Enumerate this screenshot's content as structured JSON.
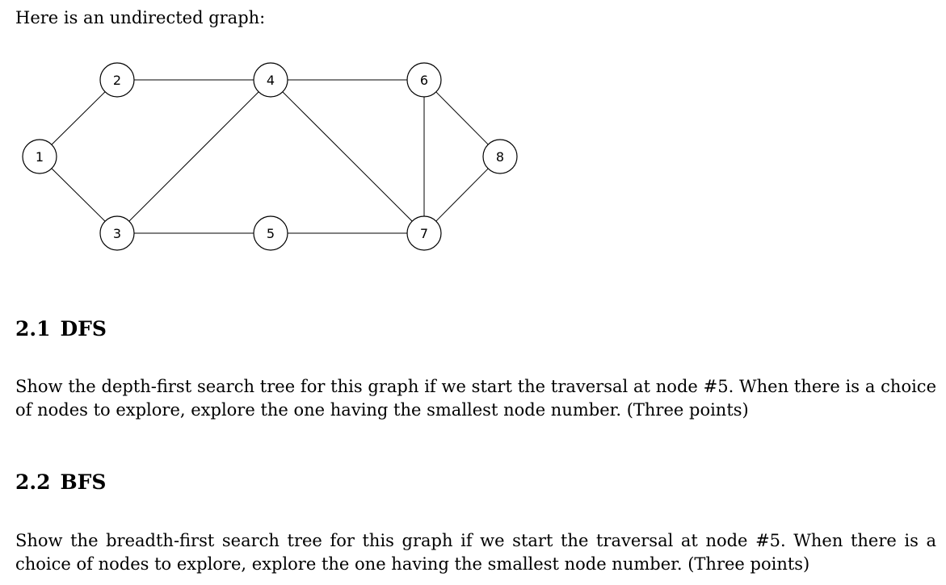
{
  "intro": "Here is an undirected graph:",
  "graph": {
    "nodes": [
      {
        "id": "1",
        "label": "1"
      },
      {
        "id": "2",
        "label": "2"
      },
      {
        "id": "3",
        "label": "3"
      },
      {
        "id": "4",
        "label": "4"
      },
      {
        "id": "5",
        "label": "5"
      },
      {
        "id": "6",
        "label": "6"
      },
      {
        "id": "7",
        "label": "7"
      },
      {
        "id": "8",
        "label": "8"
      }
    ],
    "edges": [
      [
        "1",
        "2"
      ],
      [
        "1",
        "3"
      ],
      [
        "2",
        "4"
      ],
      [
        "3",
        "4"
      ],
      [
        "3",
        "5"
      ],
      [
        "4",
        "6"
      ],
      [
        "4",
        "7"
      ],
      [
        "5",
        "7"
      ],
      [
        "6",
        "7"
      ],
      [
        "6",
        "8"
      ],
      [
        "7",
        "8"
      ]
    ]
  },
  "sections": [
    {
      "number": "2.1",
      "title": "DFS",
      "text": "Show the depth-first search tree for this graph if we start the traversal at node #5. When there is a choice of nodes to explore, explore the one having the smallest node number. (Three points)"
    },
    {
      "number": "2.2",
      "title": "BFS",
      "text": "Show the breadth-first search tree for this graph if we start the traversal at node #5. When there is a choice of nodes to explore, explore the one having the smallest node number. (Three points)"
    }
  ]
}
